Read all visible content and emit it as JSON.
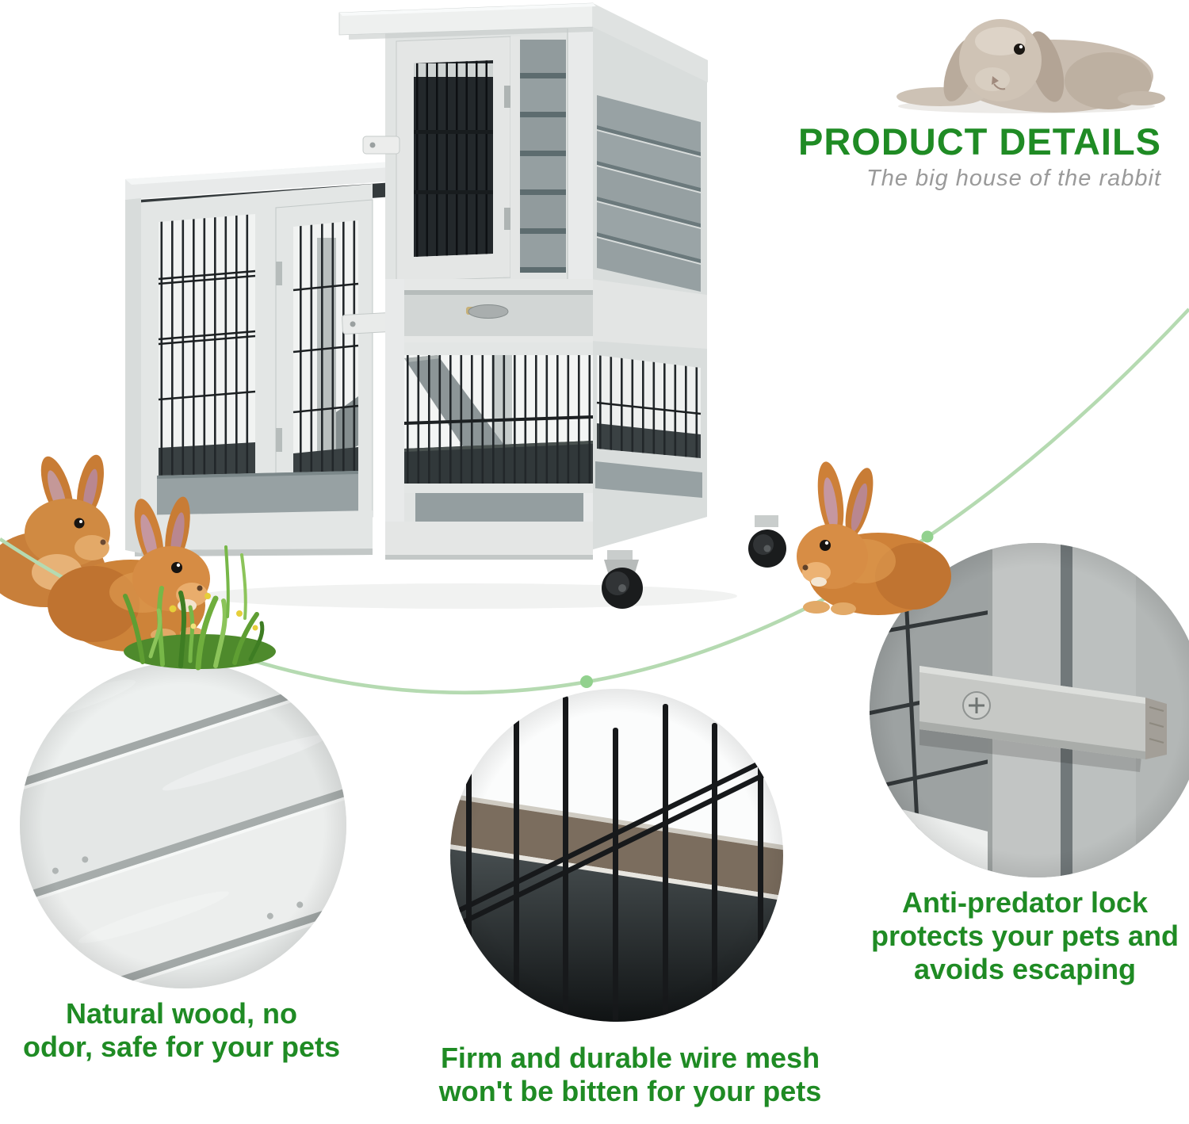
{
  "header": {
    "title": "PRODUCT DETAILS",
    "subtitle": "The big house of the rabbit"
  },
  "features": [
    {
      "id": "natural-wood",
      "lines": [
        "Natural wood, no",
        "odor, safe for your pets"
      ]
    },
    {
      "id": "wire-mesh",
      "lines": [
        "Firm and durable wire mesh",
        "won't be bitten for your pets"
      ]
    },
    {
      "id": "anti-predator-lock",
      "lines": [
        "Anti-predator lock",
        "protects your pets and",
        "avoids escaping"
      ]
    }
  ],
  "colors": {
    "accent_green": "#1f8b24",
    "curve_green": "#b5dab1",
    "dot_green": "#92d18e",
    "subtitle_gray": "#9a9a9a",
    "hutch_white": "#e3e6e5",
    "hutch_panel_gray": "#97a1a3",
    "mesh_black": "#1c2022",
    "rabbit_orange": "#cd8339",
    "lop_rabbit_tan": "#c9bdb0"
  },
  "illustration": {
    "main": "rabbit-hutch-product-photo",
    "animals": [
      "rabbit-pair-photo",
      "rabbit-right-photo",
      "lop-rabbit-photo"
    ],
    "callout_photos": [
      "wood-panel-closeup",
      "wire-mesh-closeup",
      "anti-predator-lock-closeup"
    ],
    "decorations": [
      "green-curve",
      "curve-dots",
      "grass-tuft"
    ]
  }
}
